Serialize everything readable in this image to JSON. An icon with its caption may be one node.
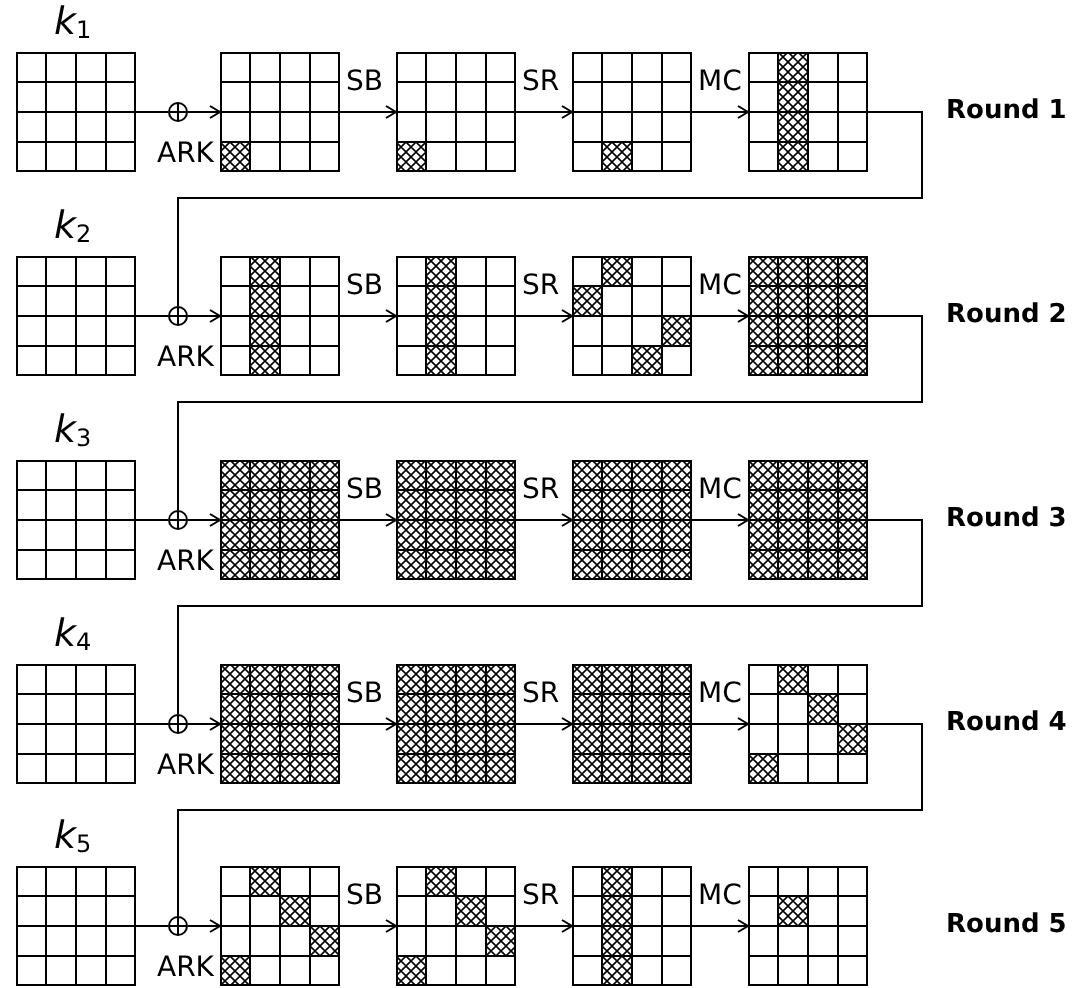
{
  "diagram": {
    "nodes": [
      {
        "text": [
          "k$_{1}$"
        ]
      },
      {
        "text": [],
        "shape": "circle"
      },
      {
        "text": [],
        "shape": "grid"
      },
      {
        "text": [],
        "shape": "grid"
      },
      {
        "text": [],
        "shape": "grid"
      },
      {
        "text": [],
        "shape": "grid"
      },
      {
        "text": [
          "k$_{2}$"
        ]
      },
      {
        "text": [],
        "shape": "circle"
      },
      {
        "text": [],
        "shape": "grid"
      },
      {
        "text": [],
        "shape": "grid"
      },
      {
        "text": [],
        "shape": "grid"
      },
      {
        "text": [],
        "shape": "grid"
      },
      {
        "text": [
          "k$_{3}$"
        ]
      },
      {
        "text": [],
        "shape": "circle"
      },
      {
        "text": [],
        "shape": "grid"
      },
      {
        "text": [],
        "shape": "grid"
      },
      {
        "text": [],
        "shape": "grid"
      },
      {
        "text": [],
        "shape": "grid"
      },
      {
        "text": [
          "k$_{4}$"
        ]
      },
      {
        "text": [],
        "shape": "circle"
      },
      {
        "text": [],
        "shape": "grid"
      },
      {
        "text": [],
        "shape": "grid"
      },
      {
        "text": [],
        "shape": "grid"
      },
      {
        "text": [],
        "shape": "grid"
      },
      {
        "text": [
          "k$_{5}$"
        ]
      },
      {
        "text": [],
        "shape": "circle"
      },
      {
        "text": [],
        "shape": "grid"
      },
      {
        "text": [],
        "shape": "grid"
      },
      {
        "text": [],
        "shape": "grid"
      },
      {
        "text": [],
        "shape": "grid"
      }
    ],
    "edges": [
      {
        "from": 0,
        "to": 1,
        "arrow": "none"
      },
      {
        "from": 1,
        "to": 2,
        "arrow": "to",
        "label": "ARK"
      },
      {
        "from": 2,
        "to": 3,
        "arrow": "to",
        "label": "SB"
      },
      {
        "from": 3,
        "to": 4,
        "arrow": "to",
        "label": "SR"
      },
      {
        "from": 4,
        "to": 5,
        "arrow": "to",
        "label": "MC"
      },
      {
        "from": 5,
        "to": 7,
        "arrow": "none"
      },
      {
        "from": 6,
        "to": 7,
        "arrow": "none"
      },
      {
        "from": 7,
        "to": 8,
        "arrow": "to",
        "label": "ARK"
      },
      {
        "from": 8,
        "to": 9,
        "arrow": "to",
        "label": "SB"
      },
      {
        "from": 9,
        "to": 10,
        "arrow": "to",
        "label": "SR"
      },
      {
        "from": 10,
        "to": 11,
        "arrow": "to",
        "label": "MC"
      },
      {
        "from": 11,
        "to": 13,
        "arrow": "none"
      },
      {
        "from": 12,
        "to": 13,
        "arrow": "none"
      },
      {
        "from": 13,
        "to": 14,
        "arrow": "to",
        "label": "ARK"
      },
      {
        "from": 14,
        "to": 15,
        "arrow": "to",
        "label": "SB"
      },
      {
        "from": 15,
        "to": 16,
        "arrow": "to",
        "label": "SR"
      },
      {
        "from": 16,
        "to": 17,
        "arrow": "to",
        "label": "MC"
      },
      {
        "from": 17,
        "to": 19,
        "arrow": "none"
      },
      {
        "from": 18,
        "to": 19,
        "arrow": "none"
      },
      {
        "from": 19,
        "to": 20,
        "arrow": "to",
        "label": "ARK"
      },
      {
        "from": 20,
        "to": 21,
        "arrow": "to",
        "label": "SB"
      },
      {
        "from": 21,
        "to": 22,
        "arrow": "to",
        "label": "SR"
      },
      {
        "from": 22,
        "to": 23,
        "arrow": "to",
        "label": "MC"
      },
      {
        "from": 23,
        "to": 25,
        "arrow": "none"
      },
      {
        "from": 24,
        "to": 25,
        "arrow": "none"
      },
      {
        "from": 25,
        "to": 26,
        "arrow": "to",
        "label": "ARK"
      },
      {
        "from": 26,
        "to": 27,
        "arrow": "to",
        "label": "SB"
      },
      {
        "from": 27,
        "to": 28,
        "arrow": "to",
        "label": "SR"
      },
      {
        "from": 28,
        "to": 29,
        "arrow": "to",
        "label": "MC"
      }
    ],
    "labels": [
      "Round 1",
      "Round 2",
      "Round 3",
      "Round 4",
      "Round 5"
    ]
  }
}
